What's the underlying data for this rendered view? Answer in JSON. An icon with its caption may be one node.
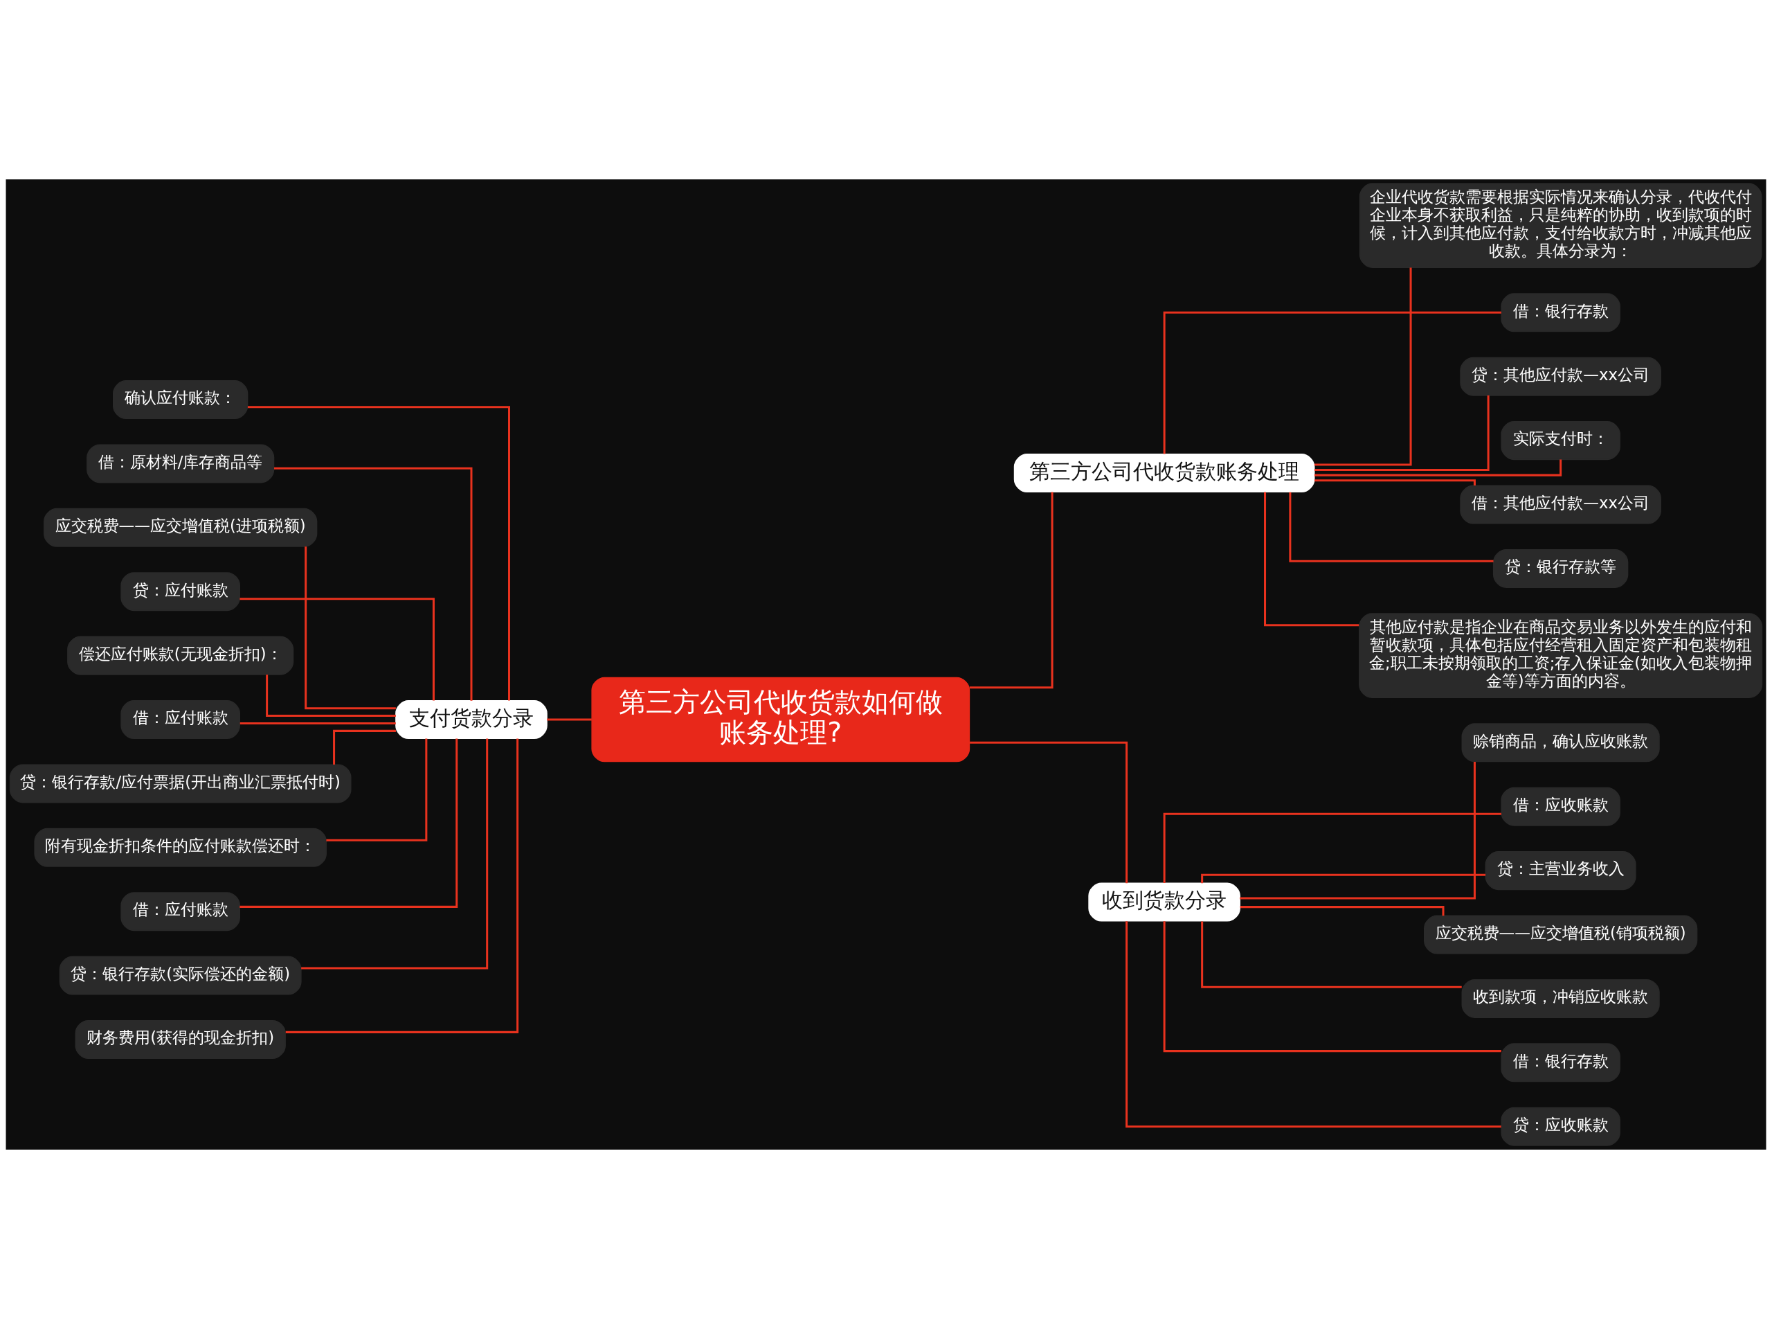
{
  "diagram": {
    "nodes": [
      {
        "text": [
          "第三方公司代收货款如何做账务处理?"
        ]
      },
      {
        "text": [
          "支付货款分录"
        ]
      },
      {
        "text": [
          "确认应付账款："
        ]
      },
      {
        "text": [
          "借：原材料/库存商品等"
        ]
      },
      {
        "text": [
          "应交税费——应交增值税(进项税额)"
        ]
      },
      {
        "text": [
          "贷：应付账款"
        ]
      },
      {
        "text": [
          "偿还应付账款(无现金折扣)："
        ]
      },
      {
        "text": [
          "借：应付账款"
        ]
      },
      {
        "text": [
          "贷：银行存款/应付票据(开出商业汇票抵付时)"
        ]
      },
      {
        "text": [
          "附有现金折扣条件的应付账款偿还时："
        ]
      },
      {
        "text": [
          "借：应付账款"
        ]
      },
      {
        "text": [
          "贷：银行存款(实际偿还的金额)"
        ]
      },
      {
        "text": [
          "财务费用(获得的现金折扣)"
        ]
      },
      {
        "text": [
          "第三方公司代收货款账务处理"
        ]
      },
      {
        "text": [
          "企业代收货款需要根据实际情况来确认分录，代收代付企业本身不获取利益，只是纯粹的协助，收到款项的时候，计入到其他应付款，支付给收款方时，冲减其他应收款。具体分录为："
        ]
      },
      {
        "text": [
          "借：银行存款"
        ]
      },
      {
        "text": [
          "贷：其他应付款—xx公司"
        ]
      },
      {
        "text": [
          "实际支付时："
        ]
      },
      {
        "text": [
          "借：其他应付款—xx公司"
        ]
      },
      {
        "text": [
          "贷：银行存款等"
        ]
      },
      {
        "text": [
          "其他应付款是指企业在商品交易业务以外发生的应付和暂收款项，具体包括应付经营租入固定资产和包装物租金;职工未按期领取的工资;存入保证金(如收入包装物押金等)等方面的内容。"
        ]
      },
      {
        "text": [
          "收到货款分录"
        ]
      },
      {
        "text": [
          "赊销商品，确认应收账款"
        ]
      },
      {
        "text": [
          "借：应收账款"
        ]
      },
      {
        "text": [
          "贷：主营业务收入"
        ]
      },
      {
        "text": [
          "应交税费——应交增值税(销项税额)"
        ]
      },
      {
        "text": [
          "收到款项，冲销应收账款"
        ]
      },
      {
        "text": [
          "借：银行存款"
        ]
      },
      {
        "text": [
          "贷：应收账款"
        ]
      }
    ],
    "edges": [
      {
        "from": 0,
        "to": 1,
        "arrow": "none"
      },
      {
        "from": 1,
        "to": 2,
        "arrow": "none"
      },
      {
        "from": 1,
        "to": 3,
        "arrow": "none"
      },
      {
        "from": 1,
        "to": 4,
        "arrow": "none"
      },
      {
        "from": 1,
        "to": 5,
        "arrow": "none"
      },
      {
        "from": 1,
        "to": 6,
        "arrow": "none"
      },
      {
        "from": 1,
        "to": 7,
        "arrow": "none"
      },
      {
        "from": 1,
        "to": 8,
        "arrow": "none"
      },
      {
        "from": 1,
        "to": 9,
        "arrow": "none"
      },
      {
        "from": 1,
        "to": 10,
        "arrow": "none"
      },
      {
        "from": 1,
        "to": 11,
        "arrow": "none"
      },
      {
        "from": 1,
        "to": 12,
        "arrow": "none"
      },
      {
        "from": 0,
        "to": 13,
        "arrow": "none"
      },
      {
        "from": 13,
        "to": 14,
        "arrow": "none"
      },
      {
        "from": 13,
        "to": 15,
        "arrow": "none"
      },
      {
        "from": 13,
        "to": 16,
        "arrow": "none"
      },
      {
        "from": 13,
        "to": 17,
        "arrow": "none"
      },
      {
        "from": 13,
        "to": 18,
        "arrow": "none"
      },
      {
        "from": 13,
        "to": 19,
        "arrow": "none"
      },
      {
        "from": 13,
        "to": 20,
        "arrow": "none"
      },
      {
        "from": 0,
        "to": 21,
        "arrow": "none"
      },
      {
        "from": 21,
        "to": 22,
        "arrow": "none"
      },
      {
        "from": 21,
        "to": 23,
        "arrow": "none"
      },
      {
        "from": 21,
        "to": 24,
        "arrow": "none"
      },
      {
        "from": 21,
        "to": 25,
        "arrow": "none"
      },
      {
        "from": 21,
        "to": 26,
        "arrow": "none"
      },
      {
        "from": 21,
        "to": 27,
        "arrow": "none"
      },
      {
        "from": 21,
        "to": 28,
        "arrow": "none"
      }
    ]
  }
}
